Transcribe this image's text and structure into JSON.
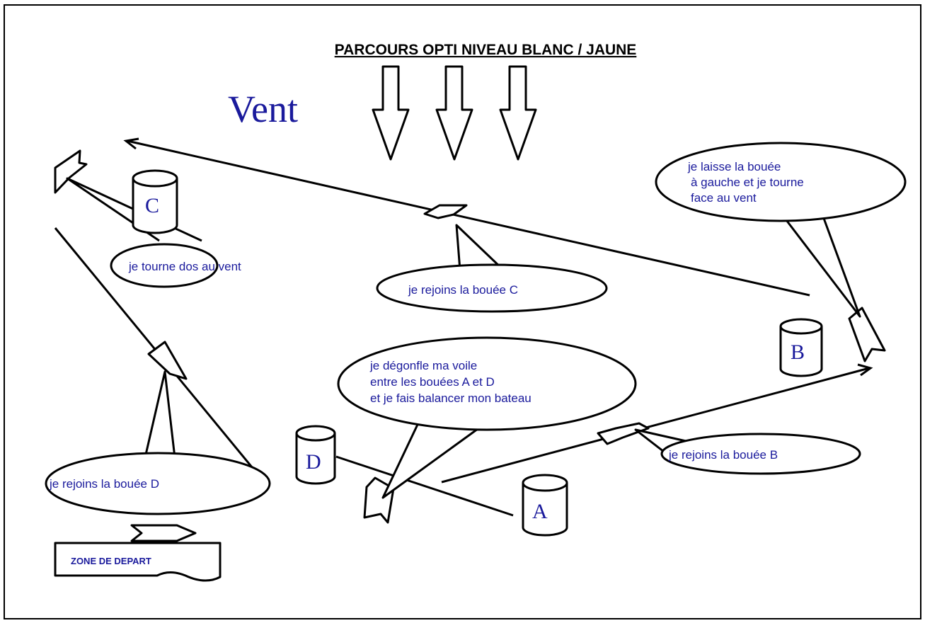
{
  "title": "PARCOURS OPTI NIVEAU BLANC / JAUNE",
  "wind_label": "Vent",
  "colors": {
    "text_blue": "#1a1a9c",
    "line": "#000000"
  },
  "buoys": {
    "a": "A",
    "b": "B",
    "c": "C",
    "d": "D"
  },
  "bubbles": {
    "turn_downwind": "je tourne dos au vent",
    "join_c": "je rejoins la bouée C",
    "leave_left_1": "je laisse la bouée",
    "leave_left_2": "à gauche et je tourne",
    "leave_left_3": "face au vent",
    "deflate_1": "je dégonfle ma voile",
    "deflate_2": "entre les bouées A et D",
    "deflate_3": "et je fais balancer mon bateau",
    "join_b": "je rejoins la bouée B",
    "join_d": "je rejoins la bouée D"
  },
  "start_zone": "ZONE DE DEPART"
}
